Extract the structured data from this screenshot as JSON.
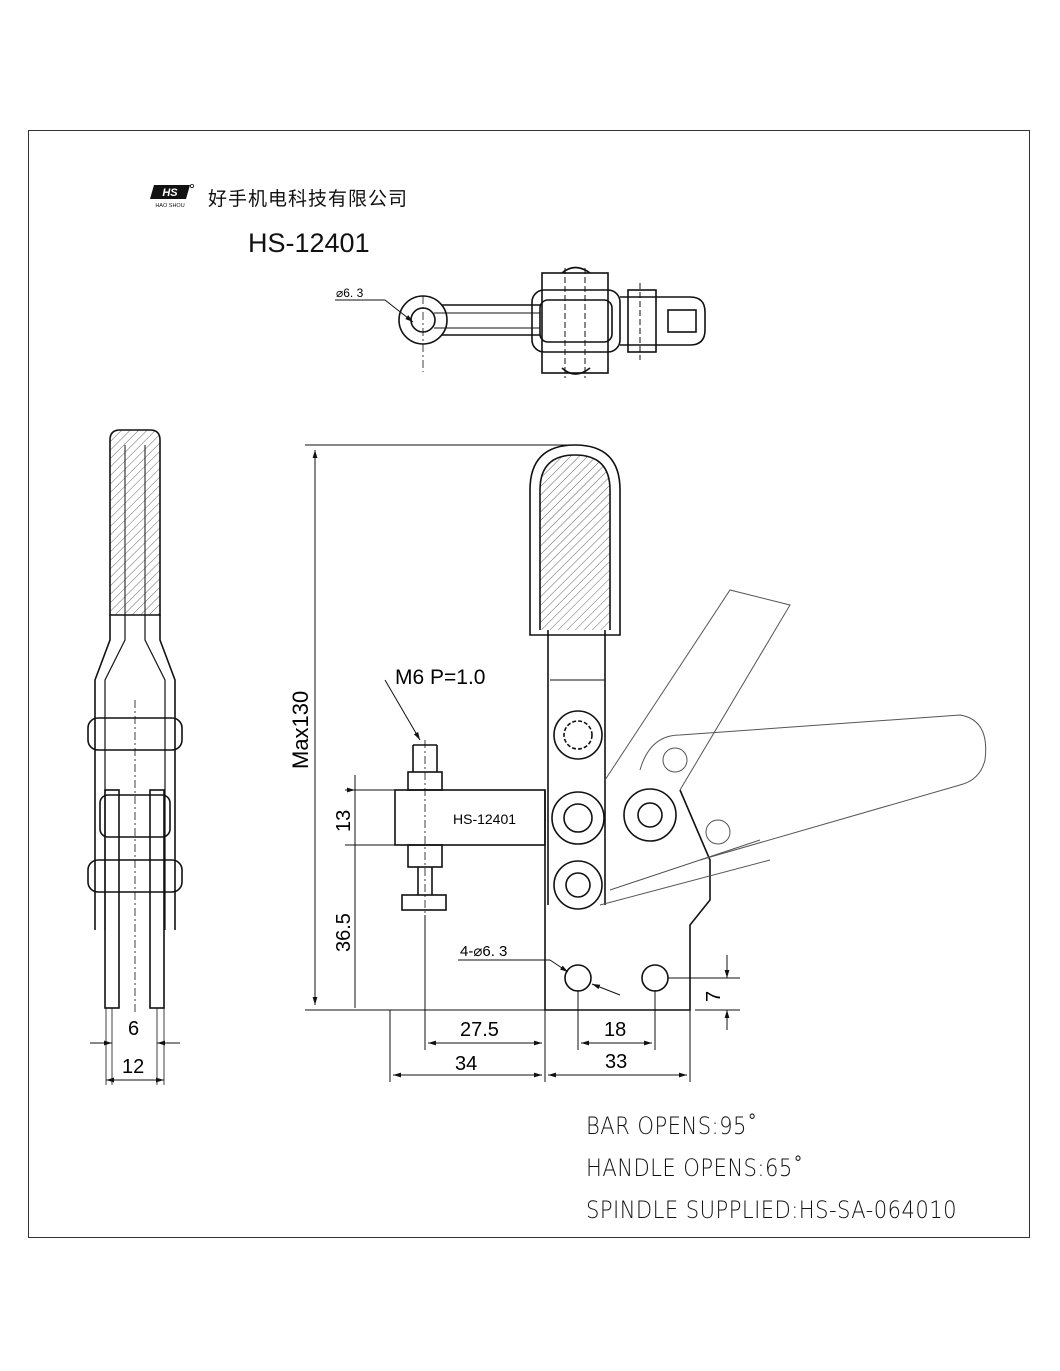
{
  "header": {
    "logo_text": "HS",
    "logo_sub": "HAO SHOU",
    "company": "好手机电科技有限公司",
    "model": "HS-12401"
  },
  "dimensions": {
    "hole_top": "⌀6. 3",
    "thread": "M6 P=1.0",
    "max_height": "Max130",
    "d13": "13",
    "d36_5": "36.5",
    "d27_5": "27.5",
    "d34": "34",
    "d18": "18",
    "d33": "33",
    "d7": "7",
    "d6": "6",
    "d12": "12",
    "holes": "4-⌀6. 3",
    "body_label": "HS-12401"
  },
  "notes": {
    "bar": "BAR OPENS:95˚",
    "handle": "HANDLE OPENS:65˚",
    "spindle": "SPINDLE SUPPLIED:HS-SA-064010"
  }
}
